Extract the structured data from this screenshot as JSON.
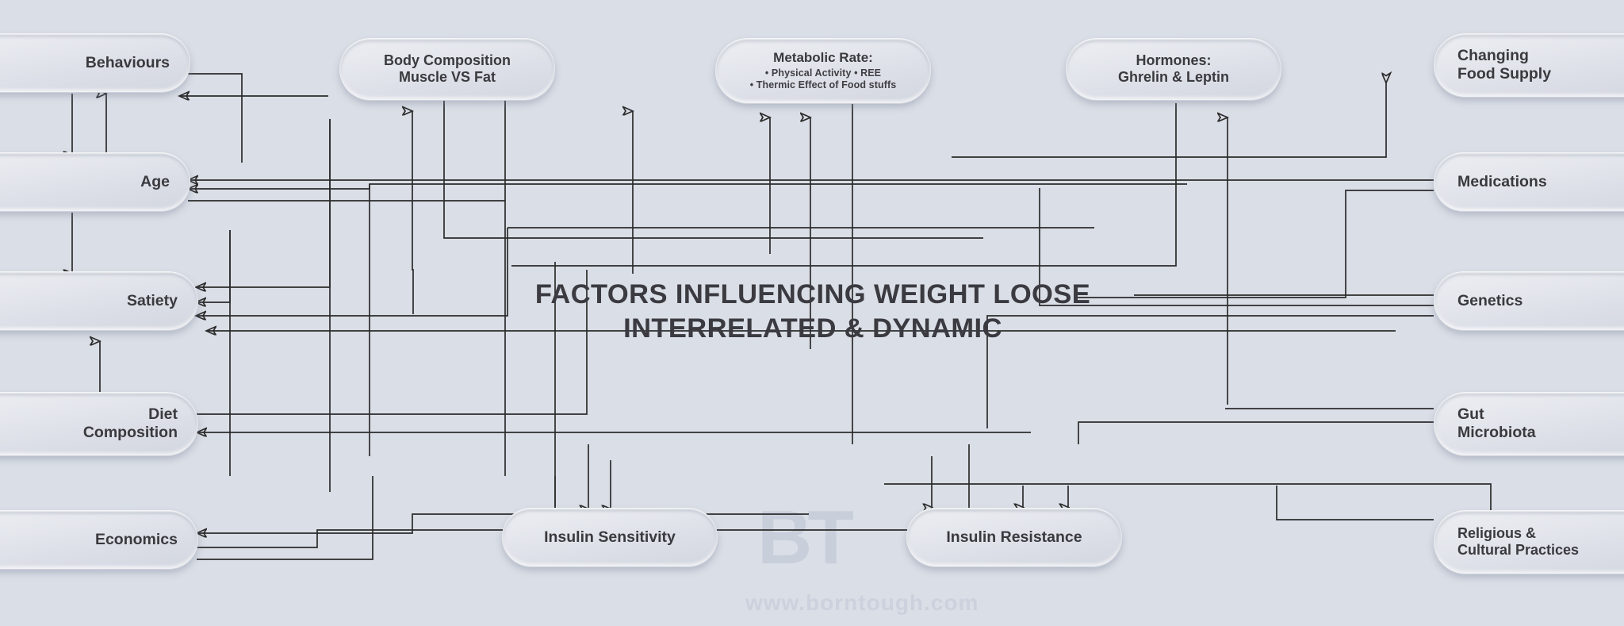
{
  "background_color": "#dadee6",
  "node_text_color": "#3a3a3e",
  "connector_color": "#2b2b2b",
  "center": {
    "line1": "FACTORS INFLUENCING WEIGHT LOOSE",
    "line2": "INTERRELATED & DYNAMIC"
  },
  "watermark": {
    "logo": "BT",
    "url": "www.borntough.com"
  },
  "nodes": {
    "behaviours": {
      "label": "Behaviours"
    },
    "age": {
      "label": "Age"
    },
    "satiety": {
      "label": "Satiety"
    },
    "diet_composition": {
      "line1": "Diet",
      "line2": "Composition"
    },
    "economics": {
      "label": "Economics"
    },
    "body_composition": {
      "line1": "Body Composition",
      "line2": "Muscle VS Fat"
    },
    "metabolic_rate": {
      "title": "Metabolic Rate:",
      "line1": "• Physical Activity  • REE",
      "line2": "• Thermic Effect of Food stuffs"
    },
    "hormones": {
      "line1": "Hormones:",
      "line2": "Ghrelin & Leptin"
    },
    "changing_food": {
      "line1": "Changing",
      "line2": "Food Supply"
    },
    "medications": {
      "label": "Medications"
    },
    "genetics": {
      "label": "Genetics"
    },
    "gut_microbiota": {
      "line1": "Gut",
      "line2": "Microbiota"
    },
    "religious": {
      "line1": "Religious &",
      "line2": "Cultural Practices"
    },
    "insulin_sensitivity": {
      "label": "Insulin Sensitivity"
    },
    "insulin_resistance": {
      "label": "Insulin Resistance"
    }
  }
}
